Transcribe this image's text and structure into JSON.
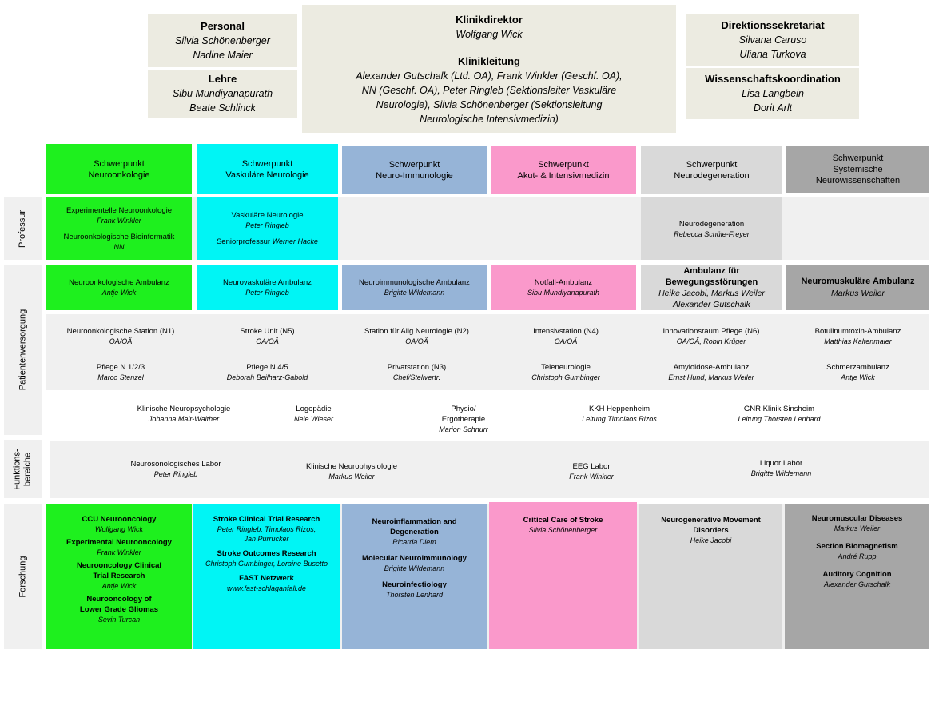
{
  "top": {
    "personal": {
      "title": "Personal",
      "names": [
        "Silvia Schönenberger",
        "Nadine Maier"
      ]
    },
    "lehre": {
      "title": "Lehre",
      "names": [
        "Sibu Mundiyanapurath",
        "Beate Schlinck"
      ]
    },
    "klinikdirektor": {
      "title": "Klinikdirektor",
      "name": "Wolfgang Wick"
    },
    "klinikleitung": {
      "title": "Klinikleitung",
      "text": [
        "Alexander Gutschalk (Ltd. OA), Frank Winkler (Geschf. OA),",
        "NN (Geschf. OA), Peter Ringleb (Sektionsleiter Vaskuläre",
        "Neurologie), Silvia Schönenberger (Sektionsleitung",
        "Neurologische Intensivmedizin)"
      ]
    },
    "sekretariat": {
      "title": "Direktionssekretariat",
      "names": [
        "Silvana Caruso",
        "Uliana Turkova"
      ]
    },
    "wissenschaft": {
      "title": "Wissenschaftskoordination",
      "names": [
        "Lisa Langbein",
        "Dorit Arlt"
      ]
    }
  },
  "rows": {
    "professur": "Professur",
    "patientenversorgung": "Patientenversorgung",
    "funktion": [
      "Funktions-",
      "bereiche"
    ],
    "forschung": "Forschung"
  },
  "schwerpunkte": [
    {
      "line1": "Schwerpunkt",
      "line2": "Neuroonkologie",
      "line3": ""
    },
    {
      "line1": "Schwerpunkt",
      "line2": "Vaskuläre Neurologie",
      "line3": ""
    },
    {
      "line1": "Schwerpunkt",
      "line2": "Neuro-Immunologie",
      "line3": ""
    },
    {
      "line1": "Schwerpunkt",
      "line2": "Akut- & Intensivmedizin",
      "line3": ""
    },
    {
      "line1": "Schwerpunkt",
      "line2": "Neurodegeneration",
      "line3": ""
    },
    {
      "line1": "Schwerpunkt",
      "line2": "Systemische",
      "line3": "Neurowissenschaften"
    }
  ],
  "professur": {
    "onko": [
      {
        "title": "Experimentelle Neuroonkologie",
        "name": "Frank Winkler"
      },
      {
        "title": "Neuroonkologische Bioinformatik",
        "name": "NN"
      }
    ],
    "vask": {
      "title": "Vaskuläre Neurologie",
      "name": "Peter Ringleb",
      "senior_label": "Seniorprofessur",
      "senior_name": "Werner Hacke"
    },
    "degen": {
      "title": "Neurodegeneration",
      "name": "Rebecca Schüle-Freyer"
    }
  },
  "ambulanz": [
    {
      "title": "Neuroonkologische Ambulanz",
      "name": "Antje Wick"
    },
    {
      "title": "Neurovaskuläre Ambulanz",
      "name": "Peter Ringleb"
    },
    {
      "title": "Neuroimmunologische Ambulanz",
      "name": "Brigitte Wildemann"
    },
    {
      "title": "Notfall-Ambulanz",
      "name": "Sibu Mundiyanapurath"
    },
    {
      "title1": "Ambulanz für",
      "title2": "Bewegungsstörungen",
      "name1": "Heike Jacobi, Markus Weiler",
      "name2": "Alexander Gutschalk"
    },
    {
      "title": "Neuromuskuläre Ambulanz",
      "name": "Markus Weiler"
    }
  ],
  "stationen": [
    {
      "title": "Neuroonkologische Station (N1)",
      "name": "OA/OÄ"
    },
    {
      "title": "Stroke Unit (N5)",
      "name": "OA/OÄ"
    },
    {
      "title": "Station für  Allg.Neurologie (N2)",
      "name": "OA/OÄ"
    },
    {
      "title": "Intensivstation (N4)",
      "name": "OA/OÄ"
    },
    {
      "title": "Innovationsraum Pflege (N6)",
      "name": "OA/OÄ, Robin Krüger"
    },
    {
      "title": "Botulinumtoxin-Ambulanz",
      "name": "Matthias Kaltenmaier"
    }
  ],
  "stationen2": [
    {
      "title": "Pflege N 1/2/3",
      "name": "Marco Stenzel"
    },
    {
      "title": "Pflege N 4/5",
      "name": "Deborah Beilharz-Gabold"
    },
    {
      "title": "Privatstation (N3)",
      "name": "Chef/Stellvertr."
    },
    {
      "title": "Teleneurologie",
      "name": "Christoph Gumbinger"
    },
    {
      "title": "Amyloidose-Ambulanz",
      "name": "Ernst Hund, Markus Weiler"
    },
    {
      "title": "Schmerzambulanz",
      "name": "Antje Wick"
    }
  ],
  "weitere": [
    {
      "title": "Klinische Neuropsychologie",
      "name": "Johanna Mair-Walther"
    },
    {
      "title": "Logopädie",
      "name": "Nele Wieser"
    },
    {
      "title1": "Physio/",
      "title2": "Ergotherapie",
      "name": "Marion Schnurr"
    },
    {
      "title": "KKH Heppenheim",
      "name": "Leitung Timolaos Rizos"
    },
    {
      "title": "GNR Klinik Sinsheim",
      "name": "Leitung Thorsten Lenhard"
    }
  ],
  "funktion": [
    {
      "title": "Neurosonologisches Labor",
      "name": "Peter Ringleb"
    },
    {
      "title": "Klinische Neurophysiologie",
      "name": "Markus Weiler"
    },
    {
      "title": "EEG Labor",
      "name": "Frank Winkler"
    },
    {
      "title": "Liquor Labor",
      "name": "Brigitte Wildemann"
    }
  ],
  "forschung": {
    "onko": [
      {
        "t": [
          "CCU Neurooncology"
        ],
        "n": [
          "Wolfgang Wick"
        ]
      },
      {
        "t": [
          "Experimental Neurooncology"
        ],
        "n": [
          "Frank Winkler"
        ]
      },
      {
        "t": [
          "Neurooncology Clinical",
          "Trial Research"
        ],
        "n": [
          "Antje Wick"
        ]
      },
      {
        "t": [
          "Neurooncology of",
          "Lower Grade Gliomas"
        ],
        "n": [
          "Sevin Turcan"
        ]
      }
    ],
    "vask": [
      {
        "t": [
          "Stroke Clinical Trial Research"
        ],
        "n": [
          "Peter Ringleb, Timolaos Rizos,",
          "Jan Purrucker"
        ]
      },
      {
        "t": [
          "Stroke Outcomes Research"
        ],
        "n": [
          "Christoph Gumbinger, Loraine Busetto"
        ]
      },
      {
        "t": [
          "FAST Netzwerk"
        ],
        "n": [
          "www.fast-schlaganfall.de"
        ]
      }
    ],
    "immun": [
      {
        "t": [
          "Neuroinflammation and",
          "Degeneration"
        ],
        "n": [
          "Ricarda Diem"
        ]
      },
      {
        "t": [
          "Molecular Neuroimmunology"
        ],
        "n": [
          "Brigitte Wildemann"
        ]
      },
      {
        "t": [
          "Neuroinfectiology"
        ],
        "n": [
          "Thorsten Lenhard"
        ]
      }
    ],
    "akut": [
      {
        "t": [
          "Critical Care of Stroke"
        ],
        "n": [
          "Silvia Schönenberger"
        ]
      }
    ],
    "degen": [
      {
        "t": [
          "Neurogenerative Movement",
          "Disorders"
        ],
        "n": [
          "Heike Jacobi"
        ]
      }
    ],
    "sys": [
      {
        "t": [
          "Neuromuscular Diseases"
        ],
        "n": [
          "Markus Weiler"
        ]
      },
      {
        "t": [
          "Section Biomagnetism"
        ],
        "n": [
          "André Rupp"
        ]
      },
      {
        "t": [
          "Auditory Cognition"
        ],
        "n": [
          "Alexander Gutschalk"
        ]
      }
    ]
  },
  "colors": {
    "onko": "#1ef01e",
    "vask": "#00f5f5",
    "immun": "#96b4d7",
    "akut": "#fa99cb",
    "degen": "#d9d9d9",
    "sys": "#a6a6a6",
    "beige": "#ecebe1",
    "grey": "#f0f0f0"
  }
}
